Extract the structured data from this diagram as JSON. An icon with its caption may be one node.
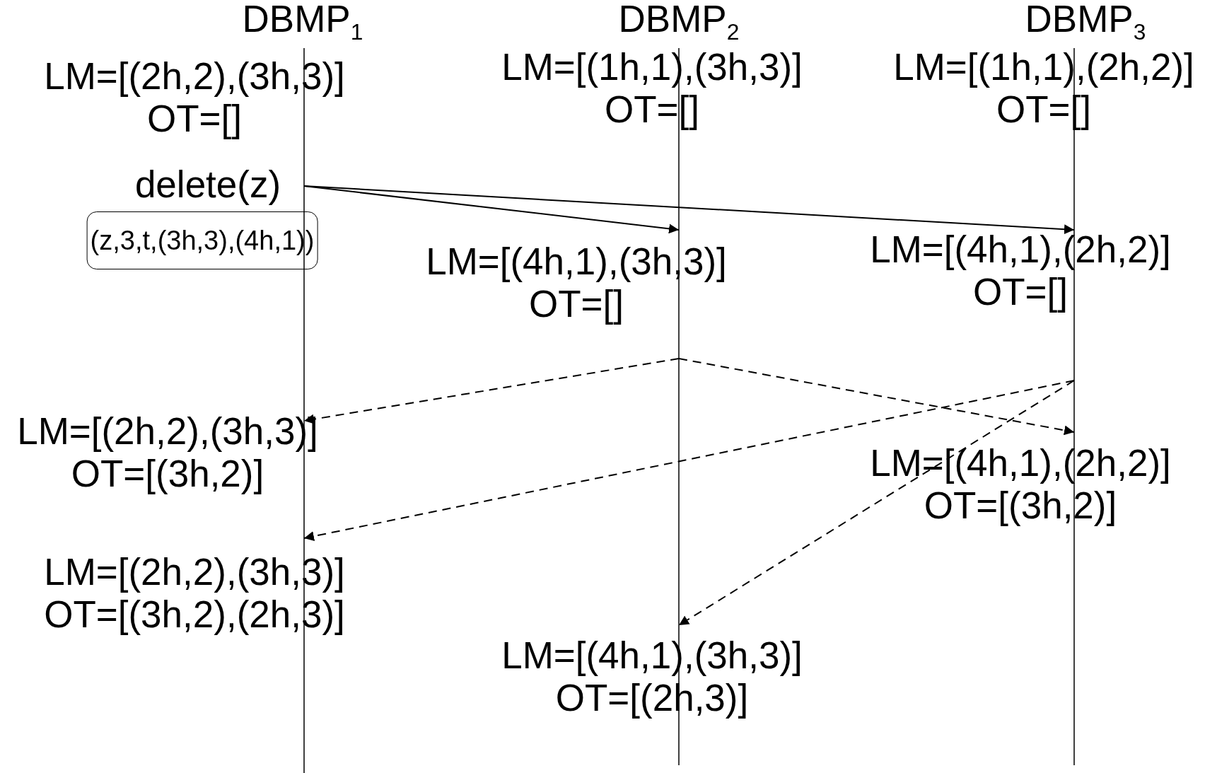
{
  "diagram": {
    "nodes": [
      {
        "text": [
          "DBMP$_{1}$"
        ]
      },
      {
        "text": [
          "DBMP$_{2}$"
        ]
      },
      {
        "text": [
          "DBMP$_{3}$"
        ]
      },
      {
        "text": [
          "LM=[(2h,2),(3h,3)]",
          "OT=[]"
        ]
      },
      {
        "text": [
          "LM=[(1h,1),(3h,3)]",
          "OT=[]"
        ]
      },
      {
        "text": [
          "LM=[(1h,1),(2h,2)]",
          "OT=[]"
        ]
      },
      {
        "text": [
          "delete(z)"
        ]
      },
      {
        "text": [
          "(z,3,t,(3h,3),(4h,1))"
        ]
      },
      {
        "text": [
          "LM=[(4h,1),(3h,3)]",
          "OT=[]"
        ]
      },
      {
        "text": [
          "LM=[(4h,1),(2h,2)]",
          "OT=[]"
        ]
      },
      {
        "text": [
          "LM=[(2h,2),(3h,3)]",
          "OT=[(3h,2)]"
        ]
      },
      {
        "text": [
          "LM=[(4h,1),(2h,2)]",
          "OT=[(3h,2)]"
        ]
      },
      {
        "text": [
          "LM=[(2h,2),(3h,3)]",
          "OT=[(3h,2),(2h,3)]"
        ]
      },
      {
        "text": [
          "LM=[(4h,1),(3h,3)]",
          "OT=[(2h,3)]"
        ]
      }
    ],
    "edges": [
      {
        "from": 6,
        "to": 8,
        "arrow": "to"
      },
      {
        "from": 6,
        "to": 9,
        "arrow": "to"
      },
      {
        "from": 8,
        "to": 10,
        "arrow": "to",
        "style": "dashed"
      },
      {
        "from": 8,
        "to": 11,
        "arrow": "to",
        "style": "dashed"
      },
      {
        "from": 9,
        "to": 12,
        "arrow": "to",
        "style": "dashed"
      },
      {
        "from": 9,
        "to": 13,
        "arrow": "to",
        "style": "dashed"
      }
    ]
  }
}
